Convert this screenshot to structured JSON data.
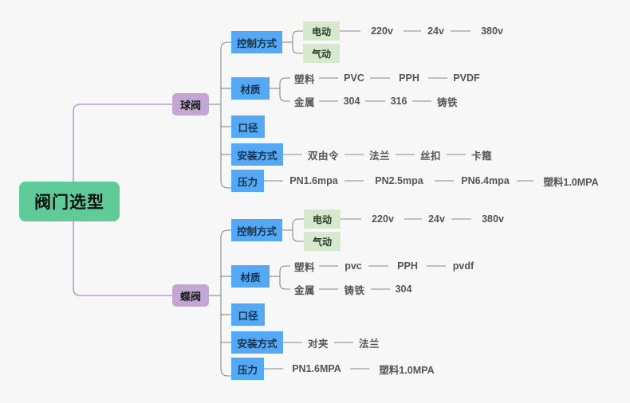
{
  "diagram": {
    "title": "阀门选型",
    "type": "mind-map",
    "background_color": "#f7f7f7",
    "colors": {
      "root": "#5ecb98",
      "branch": "#c3a6d4",
      "category": "#54a8f4",
      "mode": "#d6e9cd",
      "leaf_text": "#555555",
      "root_link": "#b99ec9",
      "link": "#8a8a8a"
    },
    "root": {
      "label": "阀门选型"
    },
    "branches": [
      {
        "label": "球阀",
        "categories": [
          {
            "label": "控制方式",
            "modes": [
              {
                "label": "电动",
                "leaves": [
                  "220v",
                  "24v",
                  "380v"
                ]
              },
              {
                "label": "气动",
                "leaves": []
              }
            ]
          },
          {
            "label": "材质",
            "groups": [
              {
                "label": "塑料",
                "leaves": [
                  "PVC",
                  "PPH",
                  "PVDF"
                ]
              },
              {
                "label": "金属",
                "leaves": [
                  "304",
                  "316",
                  "铸铁"
                ]
              }
            ]
          },
          {
            "label": "口径",
            "leaves": []
          },
          {
            "label": "安装方式",
            "leaves": [
              "双由令",
              "法兰",
              "丝扣",
              "卡箍"
            ]
          },
          {
            "label": "压力",
            "leaves": [
              "PN1.6mpa",
              "PN2.5mpa",
              "PN6.4mpa",
              "塑料1.0MPA"
            ]
          }
        ]
      },
      {
        "label": "蝶阀",
        "categories": [
          {
            "label": "控制方式",
            "modes": [
              {
                "label": "电动",
                "leaves": [
                  "220v",
                  "24v",
                  "380v"
                ]
              },
              {
                "label": "气动",
                "leaves": []
              }
            ]
          },
          {
            "label": "材质",
            "groups": [
              {
                "label": "塑料",
                "leaves": [
                  "pvc",
                  "PPH",
                  "pvdf"
                ]
              },
              {
                "label": "金属",
                "leaves": [
                  "铸铁",
                  "304"
                ]
              }
            ]
          },
          {
            "label": "口径",
            "leaves": []
          },
          {
            "label": "安装方式",
            "leaves": [
              "对夹",
              "法兰"
            ]
          },
          {
            "label": "压力",
            "leaves": [
              "PN1.6MPA",
              "塑料1.0MPA"
            ]
          }
        ]
      }
    ]
  }
}
